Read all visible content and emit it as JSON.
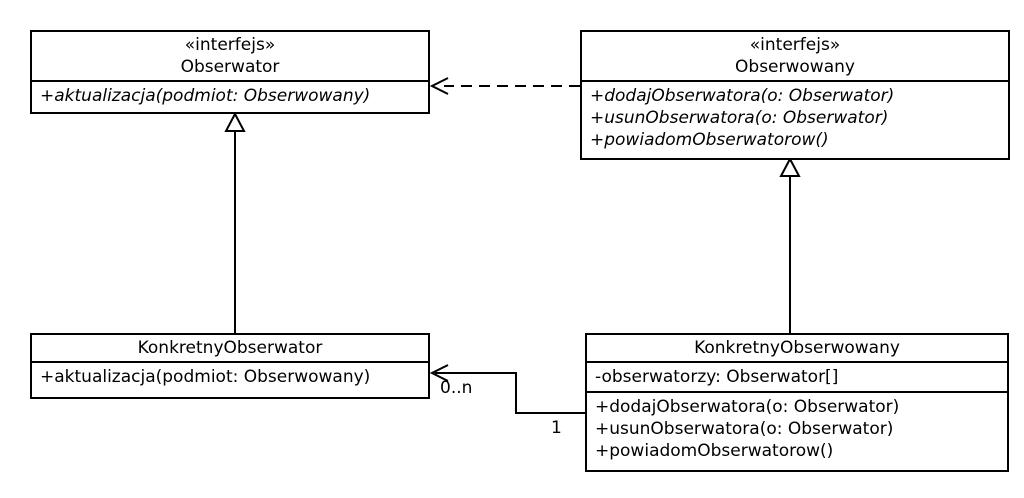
{
  "classes": {
    "obserwator": {
      "stereotype": "«interfejs»",
      "name": "Obserwator",
      "methods": [
        "+aktualizacja(podmiot: Obserwowany)"
      ]
    },
    "obserwowany": {
      "stereotype": "«interfejs»",
      "name": "Obserwowany",
      "methods": [
        "+dodajObserwatora(o: Obserwator)",
        "+usunObserwatora(o: Obserwator)",
        "+powiadomObserwatorow()"
      ]
    },
    "konkretnyObserwator": {
      "name": "KonkretnyObserwator",
      "methods": [
        "+aktualizacja(podmiot: Obserwowany)"
      ]
    },
    "konkretnyObserwowany": {
      "name": "KonkretnyObserwowany",
      "attributes": [
        "-obserwatorzy: Obserwator[]"
      ],
      "methods": [
        "+dodajObserwatora(o: Obserwator)",
        "+usunObserwatora(o: Obserwator)",
        "+powiadomObserwatorow()"
      ]
    }
  },
  "relationships": {
    "association": {
      "multiplicity_target": "0..n",
      "multiplicity_source": "1"
    }
  },
  "colors": {
    "line": "#000000",
    "background": "#ffffff"
  }
}
